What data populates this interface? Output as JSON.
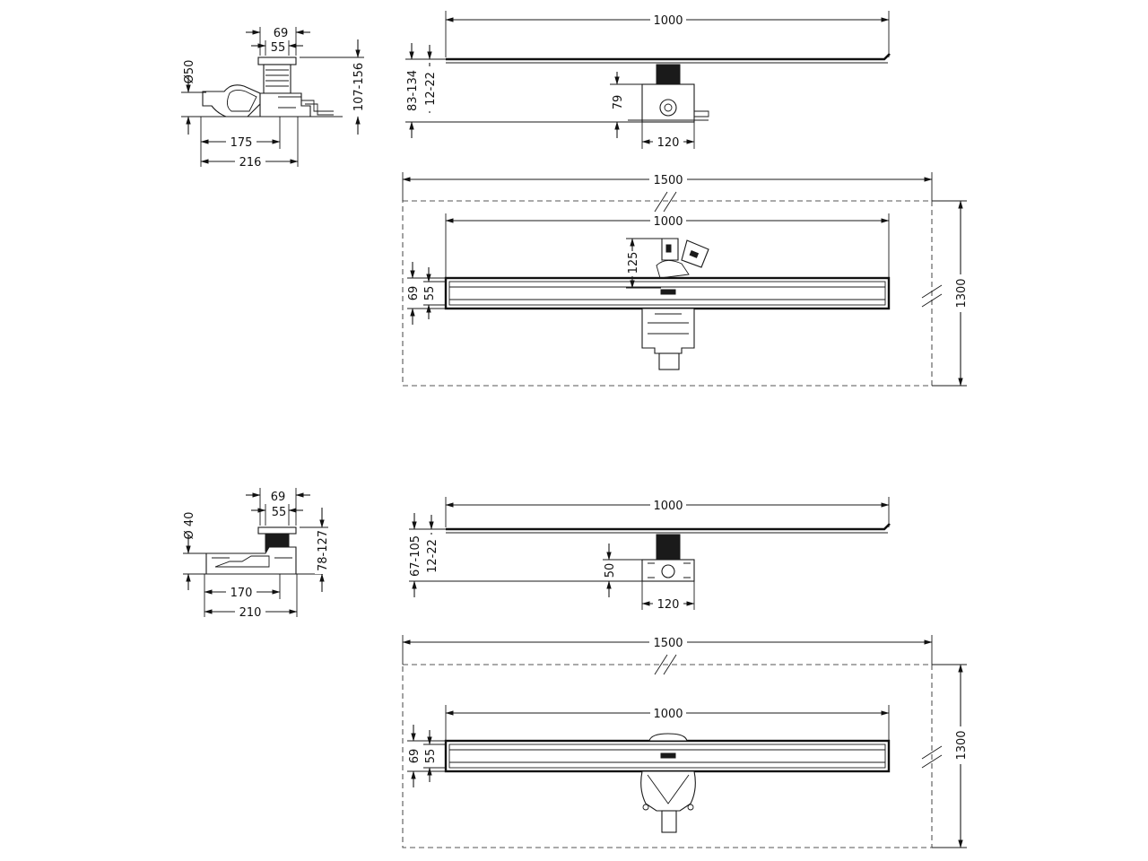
{
  "labels": {
    "d1_69": "69",
    "d1_55": "55",
    "d1_dia": "Ø50",
    "d1_h": "107-156",
    "d1_175": "175",
    "d1_216": "216",
    "d2_len": "1000",
    "d2_83": "83-134",
    "d2_12": "12-22",
    "d2_79": "79",
    "d2_120": "120",
    "d3_1500": "1500",
    "d3_1000": "1000",
    "d3_125": "125",
    "d3_69": "69",
    "d3_55": "55",
    "d3_1300": "1300",
    "d4_69": "69",
    "d4_55": "55",
    "d4_dia": "Ø 40",
    "d4_h": "78-127",
    "d4_170": "170",
    "d4_210": "210",
    "d5_len": "1000",
    "d5_67": "67-105",
    "d5_12": "12-22",
    "d5_50": "50",
    "d5_120": "120",
    "d6_1500": "1500",
    "d6_1000": "1000",
    "d6_69": "69",
    "d6_55": "55",
    "d6_1300": "1300"
  }
}
